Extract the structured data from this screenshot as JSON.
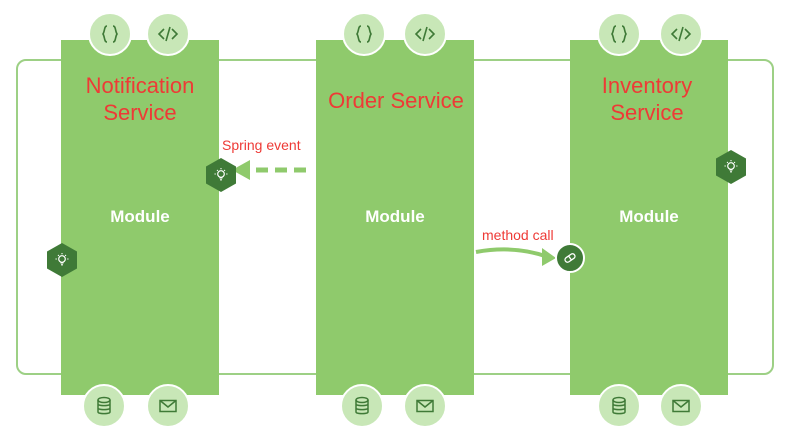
{
  "modules": {
    "notification": {
      "title": [
        "Notification",
        "Service"
      ],
      "label": "Module"
    },
    "order": {
      "title": [
        "Order Service"
      ],
      "label": "Module"
    },
    "inventory": {
      "title": [
        "Inventory",
        "Service"
      ],
      "label": "Module"
    }
  },
  "edges": {
    "spring_event": {
      "label": "Spring event",
      "style": "dashed",
      "direction": "order-to-notification"
    },
    "method_call": {
      "label": "method call",
      "style": "solid",
      "direction": "order-to-inventory"
    }
  },
  "icons": {
    "top_left": "curly-braces-icon",
    "top_right": "code-tag-icon",
    "bottom_left": "database-icon",
    "bottom_right": "mail-icon",
    "hex": "lightbulb-icon",
    "port": "pill-icon"
  },
  "colors": {
    "module_fill": "#8fca6c",
    "circle_fill": "#c8e7b7",
    "frame": "#9dd085",
    "hex_fill": "#3f7a37",
    "title_red": "#ee3a36",
    "arrow_green": "#8fca6c"
  }
}
